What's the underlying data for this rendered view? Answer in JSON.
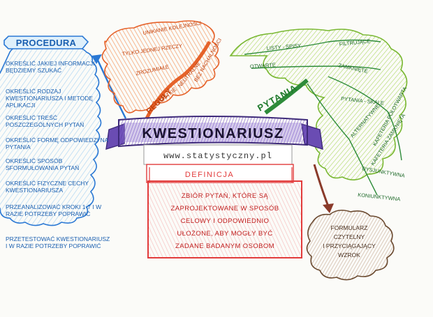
{
  "procedure": {
    "title": "PROCEDURA",
    "steps": [
      "OKREŚLIĆ JAKIEJ INFORMACJI BĘDZIEMY SZUKAĆ",
      "OKREŚLIĆ RODZAJ KWESTIONARIUSZA I METODĘ APLIKACJI",
      "OKREŚLIĆ TREŚĆ POSZCZEGÓLNYCH PYTAŃ",
      "OKREŚLIĆ FORMĘ ODPOWIEDZI NA PYTANIA",
      "OKREŚLIĆ SPOSÓB SFORMUŁOWANIA PYTAŃ",
      "OKREŚLIĆ FIZYCZNE CECHY KWESTIONARIUSZA",
      "PRZEANALIZOWAĆ KROKI 1-7 I W RAZIE POTRZEBY POPRAWIĆ",
      "PRZETESTOWAĆ KWESTIONARIUSZ I W RAZIE POTRZEBY POPRAWIĆ"
    ]
  },
  "center": {
    "title": "KWESTIONARIUSZ",
    "url": "www.statystyczny.pl"
  },
  "definition": {
    "title": "DEFINICJA",
    "text_lines": [
      "ZBIÓR PYTAŃ, KTÓRE SĄ",
      "ZAPROJEKTOWANE W SPOSÓB",
      "CELOWY I ODPOWIEDNIO",
      "UŁOŻONE, ABY MOGŁY BYĆ",
      "ZADANE BADANYM OSOBOM"
    ]
  },
  "rules": {
    "title": "REGUŁY",
    "items": [
      "UNIKANIE KOLEJNOŚCI",
      "TYLKO JEDNEJ RZECZY",
      "ZROZUMIAŁE",
      "KRÓTKIE",
      "NEUTRALNE",
      "BEZ NACHALNOŚCI"
    ]
  },
  "questions": {
    "title": "PYTANIA",
    "items": [
      "LISTY - SPISY",
      "FILTRUJĄCE",
      "OTWARTE",
      "ZAMKNIĘTE",
      "PYTANIA - SKALE",
      "ALTERNATYWNE",
      "KAFETERIA PÓŁOTWARTA",
      "KAFETERIA ZAMKNIĘTA",
      "DYSJUNKTYWNA",
      "KONIUNKTYWNA"
    ]
  },
  "form": {
    "lines": [
      "FORMULARZ",
      "CZYTELNY",
      "I PRZYCIĄGAJĄCY",
      "WZROK"
    ]
  },
  "colors": {
    "blue": "#2a78d4",
    "orange": "#f07a3a",
    "green": "#8cc63f",
    "purple": "#7b5cc2",
    "red": "#e23b3b",
    "brown": "#8a5a3c",
    "darkgreen": "#2e8b3a"
  }
}
